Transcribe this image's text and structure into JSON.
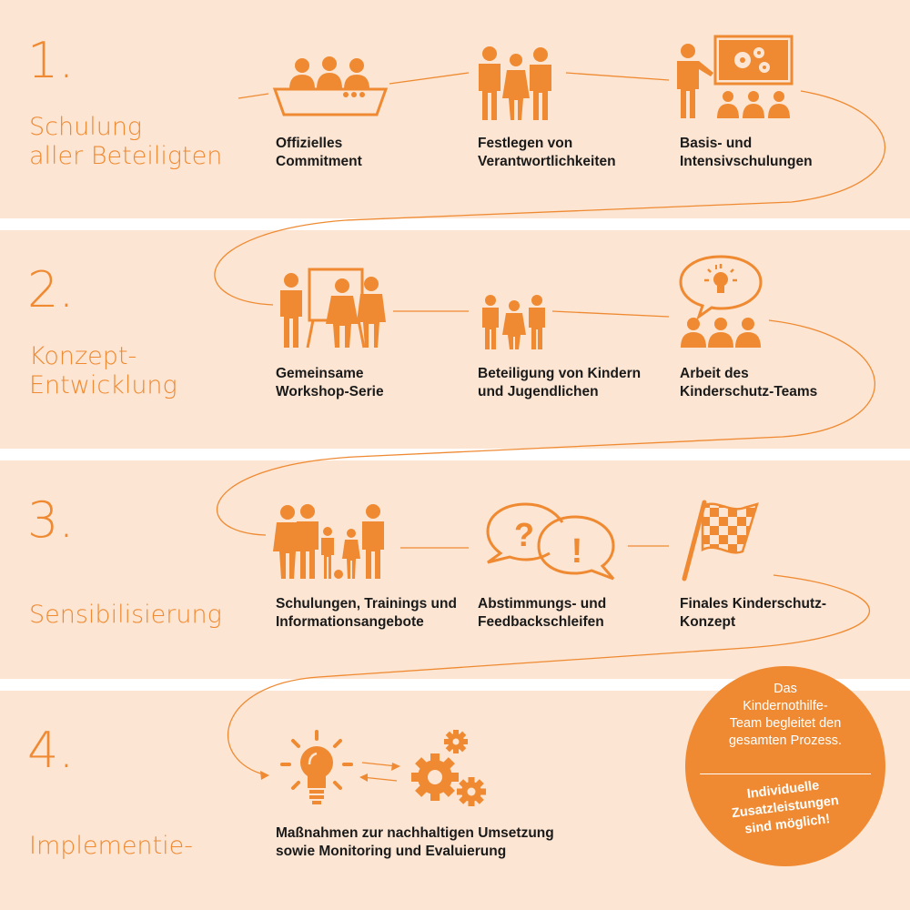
{
  "colors": {
    "accent": "#ef8a32",
    "band": "#fce5d2",
    "label": "#1a1a1a"
  },
  "phases": [
    {
      "number": "1.",
      "title": "Schulung\naller Beteiligten",
      "steps": [
        {
          "label": "Offizielles\nCommitment",
          "icon": "boardroom-meeting-icon"
        },
        {
          "label": "Festlegen von\nVerantwortlichkeiten",
          "icon": "three-people-icon"
        },
        {
          "label": "Basis- und\nIntensivschulungen",
          "icon": "presentation-training-icon"
        }
      ]
    },
    {
      "number": "2.",
      "title": "Konzept-\nEntwicklung",
      "steps": [
        {
          "label": "Gemeinsame\nWorkshop-Serie",
          "icon": "flipchart-workshop-icon"
        },
        {
          "label": "Beteiligung von Kindern\nund Jugendlichen",
          "icon": "children-group-icon"
        },
        {
          "label": "Arbeit des\nKinderschutz-Teams",
          "icon": "team-idea-bubble-icon"
        }
      ]
    },
    {
      "number": "3.",
      "title": "Sensibilisierung",
      "steps": [
        {
          "label": "Schulungen, Trainings und\nInformationsangebote",
          "icon": "family-group-icon"
        },
        {
          "label": "Abstimmungs- und\nFeedbackschleifen",
          "icon": "question-exclamation-bubbles-icon"
        },
        {
          "label": "Finales Kinderschutz-\nKonzept",
          "icon": "checkered-flag-icon"
        }
      ]
    },
    {
      "number": "4.",
      "title": "Implementie-",
      "steps": [
        {
          "label": "Maßnahmen zur nachhaltigen Umsetzung\nsowie Monitoring und Evaluierung",
          "icon": "lightbulb-gears-icon"
        }
      ]
    }
  ],
  "callout": {
    "text": "Das\nKindernothilfe-\nTeam begleitet den\ngesamten Prozess.",
    "extra": "Individuelle\nZusatzleistungen\nsind möglich!"
  }
}
